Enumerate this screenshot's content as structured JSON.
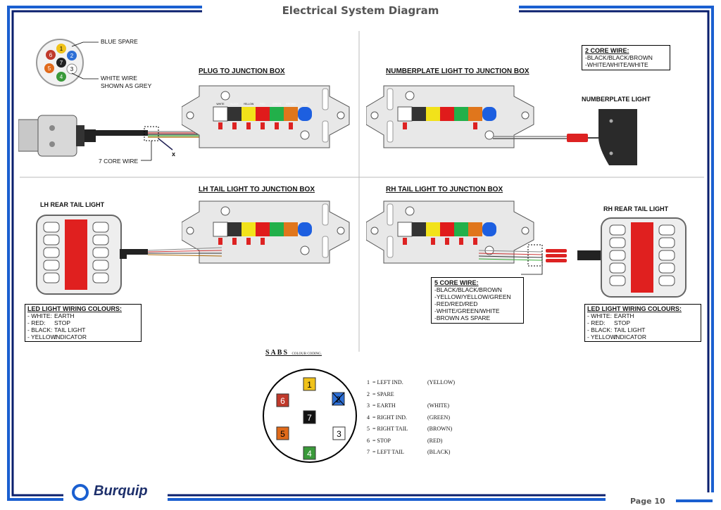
{
  "page": {
    "title": "Electrical System Diagram",
    "page_number": "Page 10",
    "brand": "Burquip"
  },
  "plug_section": {
    "heading": "PLUG TO JUNCTION BOX",
    "blue_spare_label": "BLUE SPARE",
    "white_wire_label_line1": "WHITE WIRE",
    "white_wire_label_line2": "SHOWN AS GREY",
    "seven_core_label": "7 CORE WIRE",
    "x_marker": "x",
    "socket_pins": [
      "1",
      "2",
      "3",
      "4",
      "5",
      "6",
      "7"
    ]
  },
  "numberplate_section": {
    "heading": "NUMBERPLATE LIGHT TO JUNCTION BOX",
    "light_label": "NUMBERPLATE LIGHT",
    "core_box": {
      "heading": "2 CORE WIRE:",
      "lines": [
        "-BLACK/BLACK/BROWN",
        "-WHITE/WHITE/WHITE"
      ]
    }
  },
  "lh_section": {
    "heading": "LH TAIL LIGHT TO JUNCTION BOX",
    "light_label": "LH REAR TAIL LIGHT",
    "wiring_colours": {
      "heading": "LED LIGHT WIRING COLOURS:",
      "rows": [
        {
          "k": "- WHITE:",
          "v": "EARTH"
        },
        {
          "k": "- RED:",
          "v": "STOP"
        },
        {
          "k": "- BLACK:",
          "v": "TAIL LIGHT"
        },
        {
          "k": "- YELLOW:",
          "v": "INDICATOR"
        }
      ]
    }
  },
  "rh_section": {
    "heading": "RH TAIL LIGHT TO JUNCTION BOX",
    "light_label": "RH REAR TAIL LIGHT",
    "core_box": {
      "heading": "5 CORE WIRE:",
      "lines": [
        "-BLACK/BLACK/BROWN",
        "-YELLOW/YELLOW/GREEN",
        "-RED/RED/RED",
        "-WHITE/GREEN/WHITE",
        "-BROWN AS SPARE"
      ]
    },
    "wiring_colours": {
      "heading": "LED LIGHT WIRING COLOURS:",
      "rows": [
        {
          "k": "- WHITE:",
          "v": "EARTH"
        },
        {
          "k": "- RED:",
          "v": "STOP"
        },
        {
          "k": "- BLACK:",
          "v": "TAIL LIGHT"
        },
        {
          "k": "- YELLOW:",
          "v": "INDICATOR"
        }
      ]
    }
  },
  "terminal_labels": [
    "WHITE",
    "BLACK",
    "YELLOW",
    "RED",
    "GREEN",
    "BROWN",
    "BLUE"
  ],
  "sabs": {
    "title": "SABS",
    "subtitle": "COLOUR CODING.",
    "pins": [
      "1",
      "2",
      "3",
      "4",
      "5",
      "6",
      "7"
    ],
    "legend": [
      {
        "n": "1",
        "name": "= LEFT IND.",
        "colour": "(YELLOW)"
      },
      {
        "n": "2",
        "name": "= SPARE",
        "colour": ""
      },
      {
        "n": "3",
        "name": "= EARTH",
        "colour": "(WHITE)"
      },
      {
        "n": "4",
        "name": "= RIGHT IND.",
        "colour": "(GREEN)"
      },
      {
        "n": "5",
        "name": "= RIGHT TAIL",
        "colour": "(BROWN)"
      },
      {
        "n": "6",
        "name": "= STOP",
        "colour": "(RED)"
      },
      {
        "n": "7",
        "name": "= LEFT TAIL",
        "colour": "(BLACK)"
      }
    ]
  },
  "colors": {
    "frame_blue": "#1a5fd0",
    "frame_navy": "#0a1f6e",
    "white": "#ffffff",
    "black": "#222222",
    "yellow": "#f2e21a",
    "red": "#e01b1b",
    "green": "#22b04a",
    "brown": "#e0761c",
    "blue": "#1d5fe0",
    "pin_yellow": "#f0c21a",
    "pin_red": "#c0392b",
    "pin_green": "#3a9a3a",
    "pin_orange": "#e06a1a",
    "pin_blue": "#2d6fd6"
  }
}
